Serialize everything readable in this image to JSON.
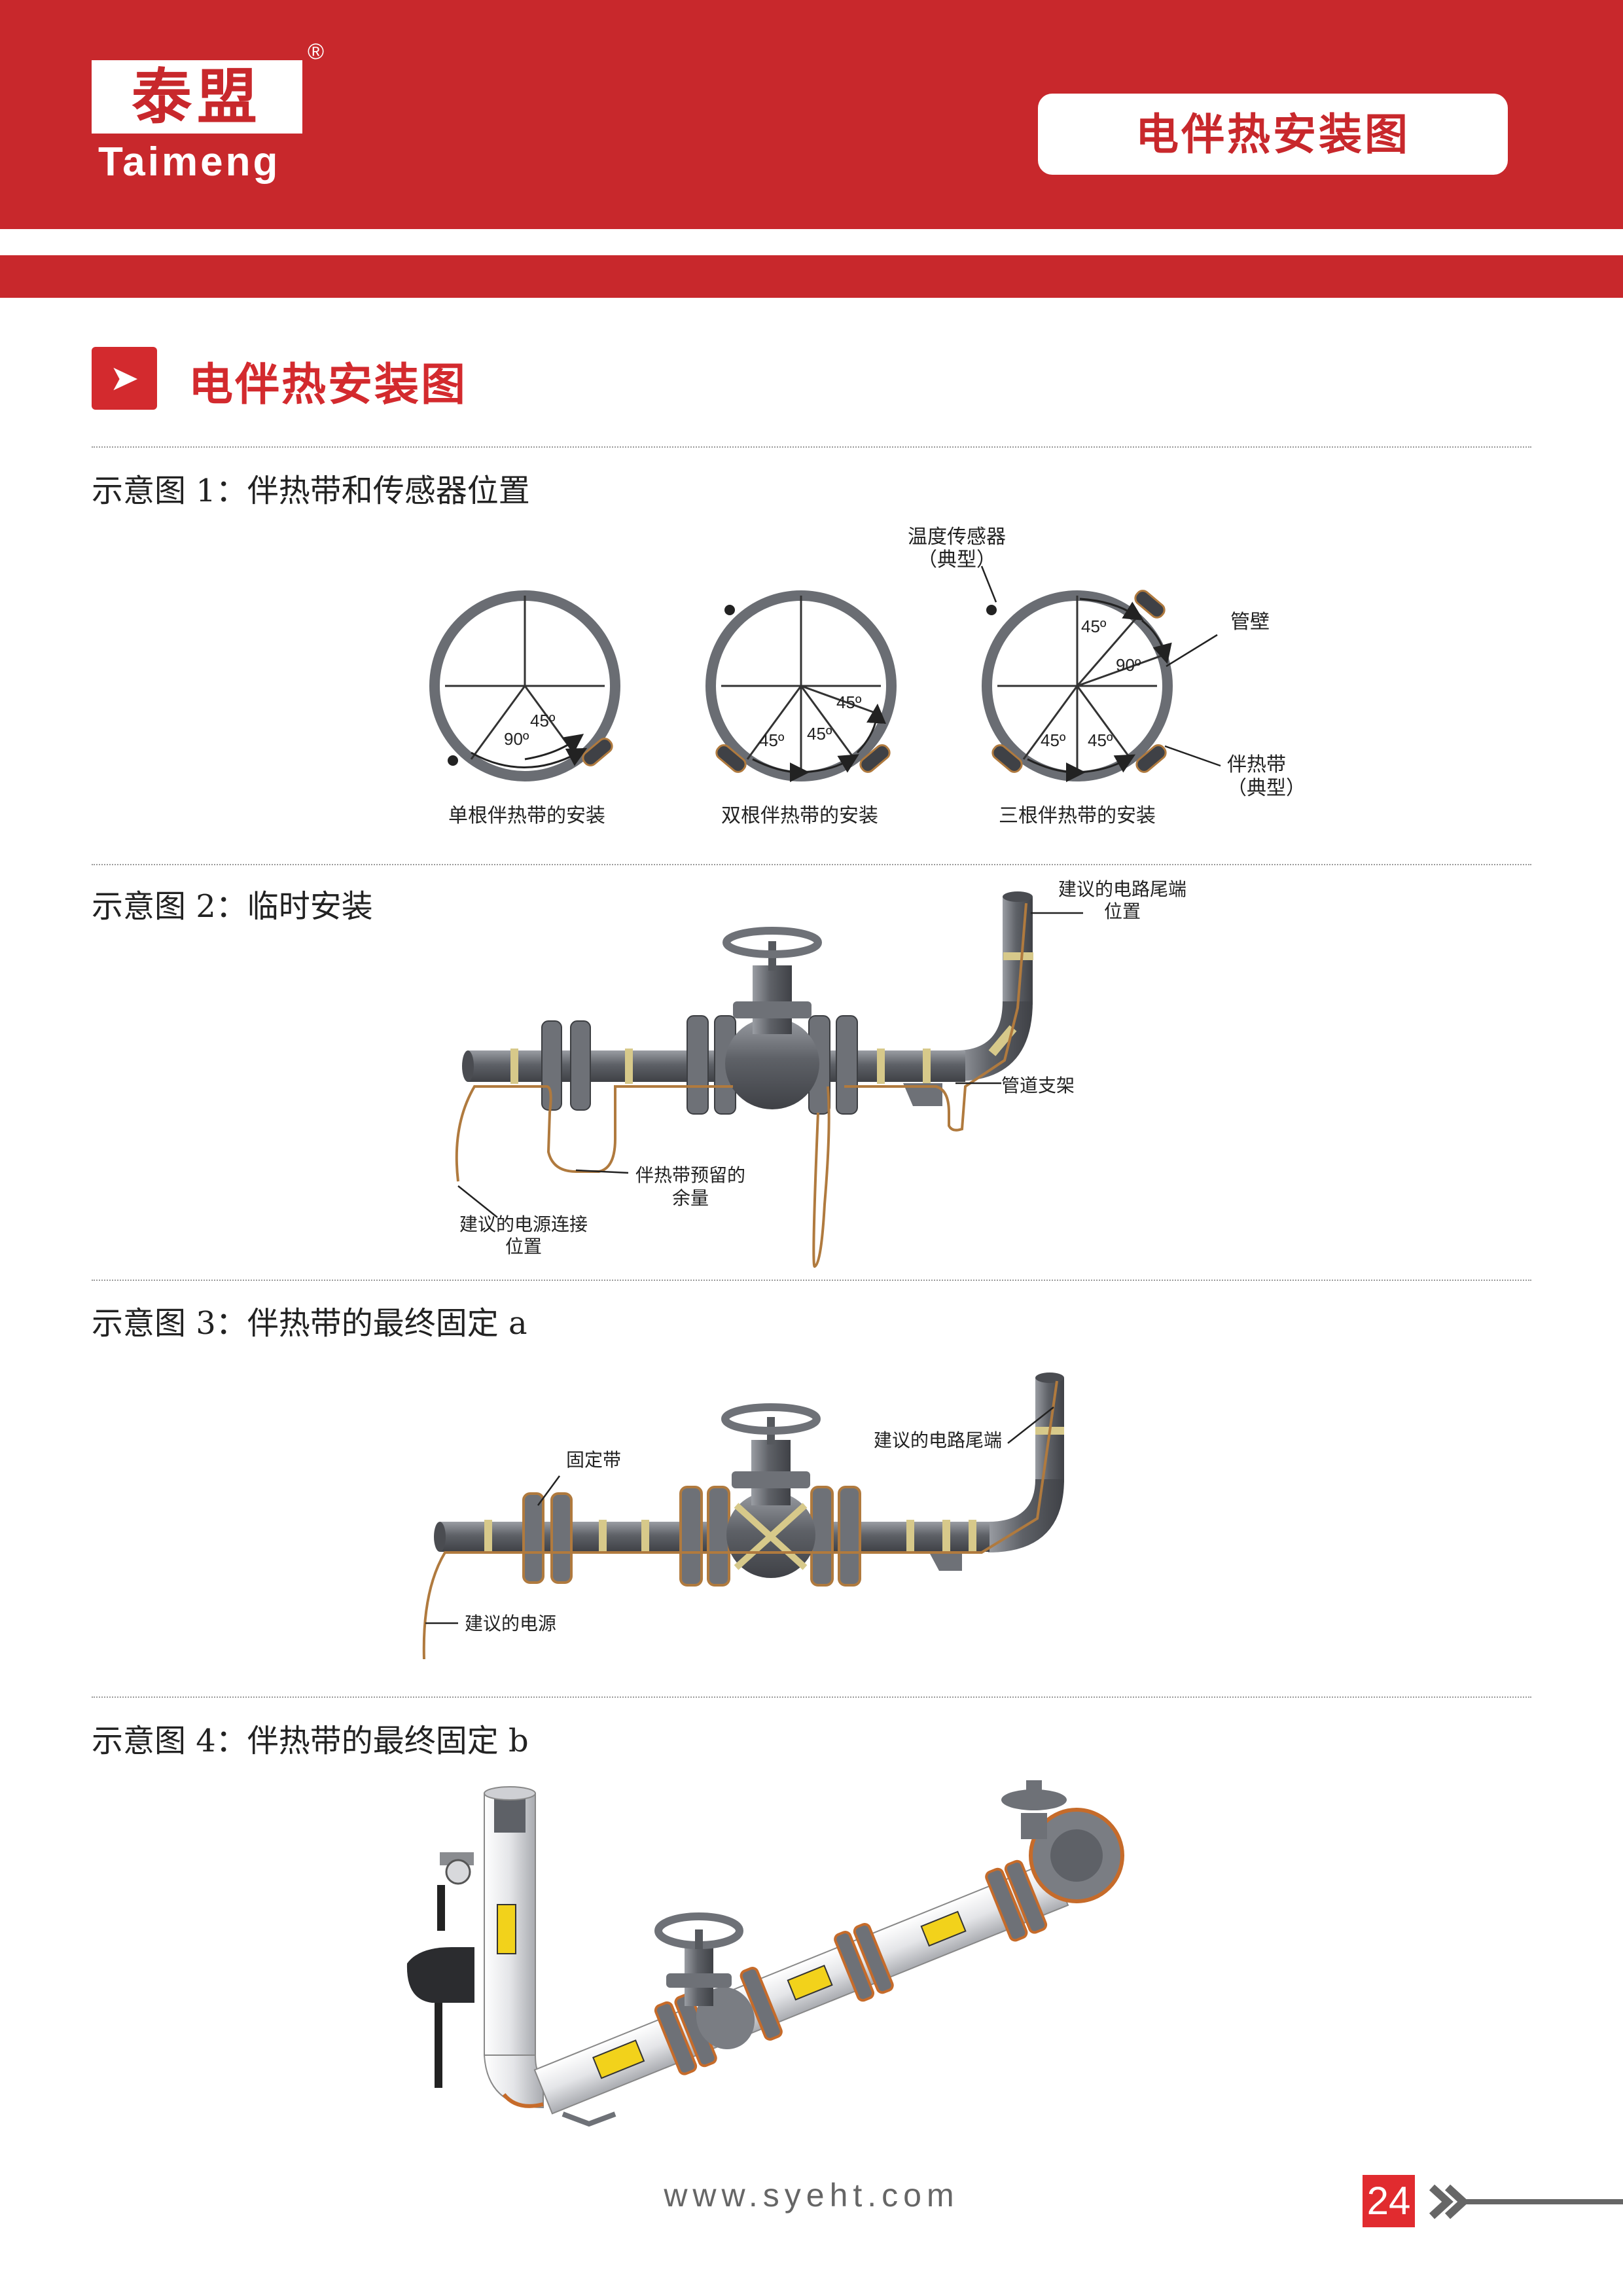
{
  "header": {
    "logo_cn": "泰盟",
    "logo_reg": "®",
    "logo_en": "Taimeng",
    "title": "电伴热安装图"
  },
  "section": {
    "icon": "play-arrow-icon",
    "title": "电伴热安装图"
  },
  "figure1": {
    "heading": "示意图 1：伴热带和传感器位置",
    "sensor_label_1": "温度传感器",
    "sensor_label_2": "（典型）",
    "pipe_wall": "管壁",
    "tracer_label_1": "伴热带",
    "tracer_label_2": "（典型）",
    "angle_90": "90º",
    "angle_45": "45º",
    "captions": [
      "单根伴热带的安装",
      "双根伴热带的安装",
      "三根伴热带的安装"
    ]
  },
  "figure2": {
    "heading": "示意图 2：临时安装",
    "end_label_1": "建议的电路尾端",
    "end_label_2": "位置",
    "support_label": "管道支架",
    "slack_label_1": "伴热带预留的",
    "slack_label_2": "余量",
    "power_label_1": "建议的电源连接",
    "power_label_2": "位置"
  },
  "figure3": {
    "heading": "示意图 3：伴热带的最终固定 a",
    "strap_label": "固定带",
    "end_label": "建议的电路尾端",
    "power_label": "建议的电源"
  },
  "figure4": {
    "heading": "示意图 4：伴热带的最终固定 b"
  },
  "footer": {
    "url": "www.syeht.com",
    "page_number": "24",
    "arrows_icon": "double-chevron-right-icon"
  },
  "colors": {
    "brand_red": "#c8282c",
    "pipe_gray": "#6a6d73",
    "tracer_brown": "#b07a3e",
    "strap_tan": "#d7c98a"
  }
}
